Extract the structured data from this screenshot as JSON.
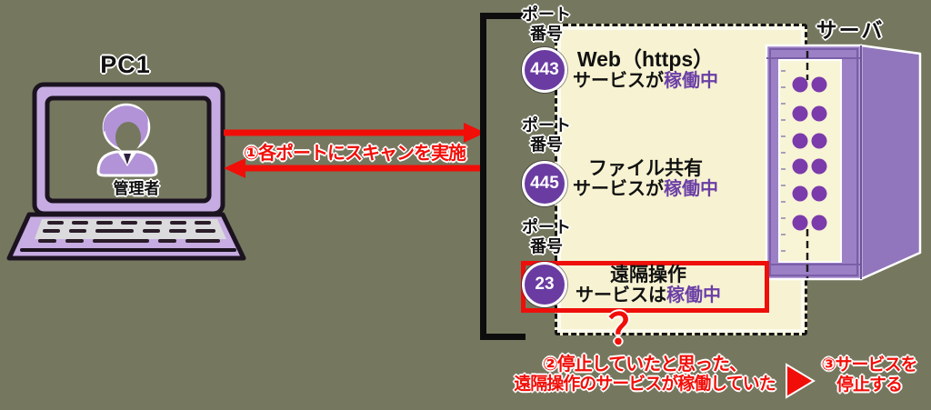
{
  "colors": {
    "background": "#75785E",
    "red": "#F10E08",
    "cream_box": "#F7F3D2",
    "port_circle_purple": "#6A3BA1",
    "status_purple": "#6B3FA6",
    "laptop_purple": "#C6ACE2",
    "server_purple": "#9C80C6",
    "server_dots_purple": "#7B3BAB"
  },
  "pc": {
    "title": "PC1",
    "user_label": "管理者"
  },
  "scan": {
    "label": "①各ポートにスキャンを実施"
  },
  "ports": [
    {
      "label_line1": "ポート",
      "label_line2": "番号",
      "number": "443",
      "service_name": "Web（https）",
      "status_prefix": "サービスが",
      "status": "稼働中",
      "highlighted": false
    },
    {
      "label_line1": "ポート",
      "label_line2": "番号",
      "number": "445",
      "service_name": "ファイル共有",
      "status_prefix": "サービスが",
      "status": "稼働中",
      "highlighted": false
    },
    {
      "label_line1": "ポート",
      "label_line2": "番号",
      "number": "23",
      "service_name": "遠隔操作",
      "status_prefix": "サービスは",
      "status": "稼働中",
      "highlighted": true
    }
  ],
  "server": {
    "label": "サーバ"
  },
  "annotations": {
    "question_mark": "？",
    "finding_line1": "②停止していたと思った、",
    "finding_line2": "遠隔操作のサービスが稼働していた",
    "action_line1": "③サービスを",
    "action_line2": "停止する"
  }
}
